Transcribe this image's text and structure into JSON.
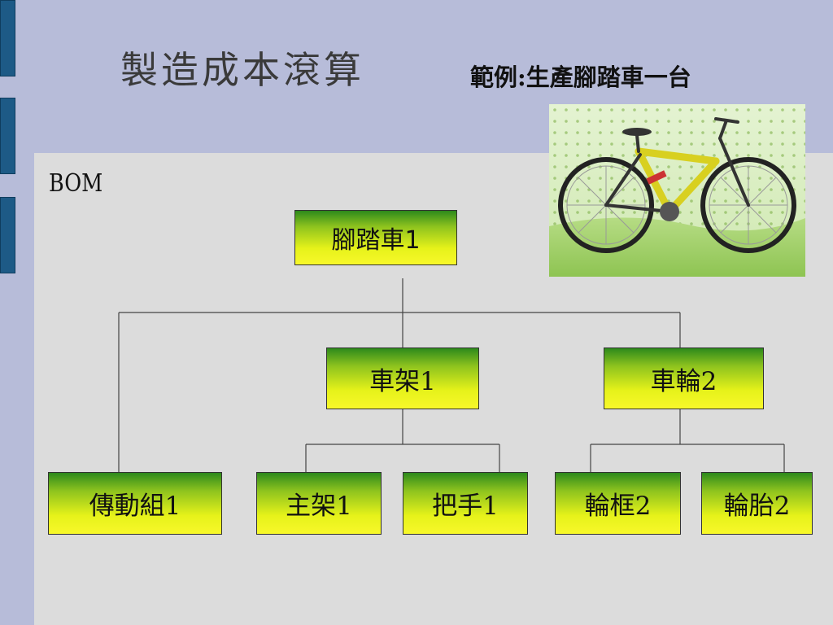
{
  "slide": {
    "title": "製造成本滾算",
    "subtitle": "範例:生產腳踏車一台",
    "bom_label": "BOM"
  },
  "image": {
    "subject": "bicycle-photo"
  },
  "bom_tree": {
    "root": {
      "label": "腳踏車1"
    },
    "frame": {
      "label": "車架1"
    },
    "wheel": {
      "label": "車輪2"
    },
    "drivetrain": {
      "label": "傳動組1"
    },
    "main_frame": {
      "label": "主架1"
    },
    "handlebar": {
      "label": "把手1"
    },
    "rim": {
      "label": "輪框2"
    },
    "tire": {
      "label": "輪胎2"
    }
  }
}
